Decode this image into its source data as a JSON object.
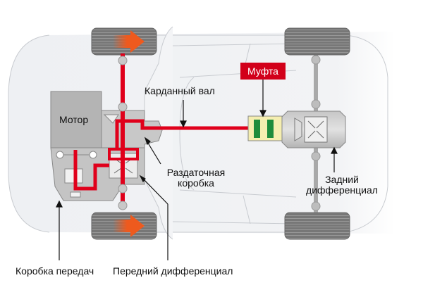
{
  "diagram": {
    "title": "Схема полного привода с муфтой",
    "labels": {
      "motor": "Мотор",
      "driveshaft": "Карданный вал",
      "clutch": "Муфта",
      "transfer_case_line1": "Раздаточная",
      "transfer_case_line2": "коробка",
      "rear_diff_line1": "Задний",
      "rear_diff_line2": "дифференциал",
      "gearbox": "Коробка передач",
      "front_diff": "Передний дифференциал"
    },
    "colors": {
      "power_flow": "#e0001b",
      "clutch_badge": "#d2001a",
      "clutch_plates": "#1e8c3c",
      "clutch_housing": "#f5eeb0",
      "drive_arrow": "#ee5a1e",
      "tire": "#7b7b7b",
      "component": "#b8b8b8",
      "inactive_shaft": "#a9a9a9",
      "car_body": "#eef0f3"
    },
    "wheels": [
      {
        "position": "front-left",
        "driven": true
      },
      {
        "position": "front-right",
        "driven": true
      },
      {
        "position": "rear-left",
        "driven": false
      },
      {
        "position": "rear-right",
        "driven": false
      }
    ]
  }
}
